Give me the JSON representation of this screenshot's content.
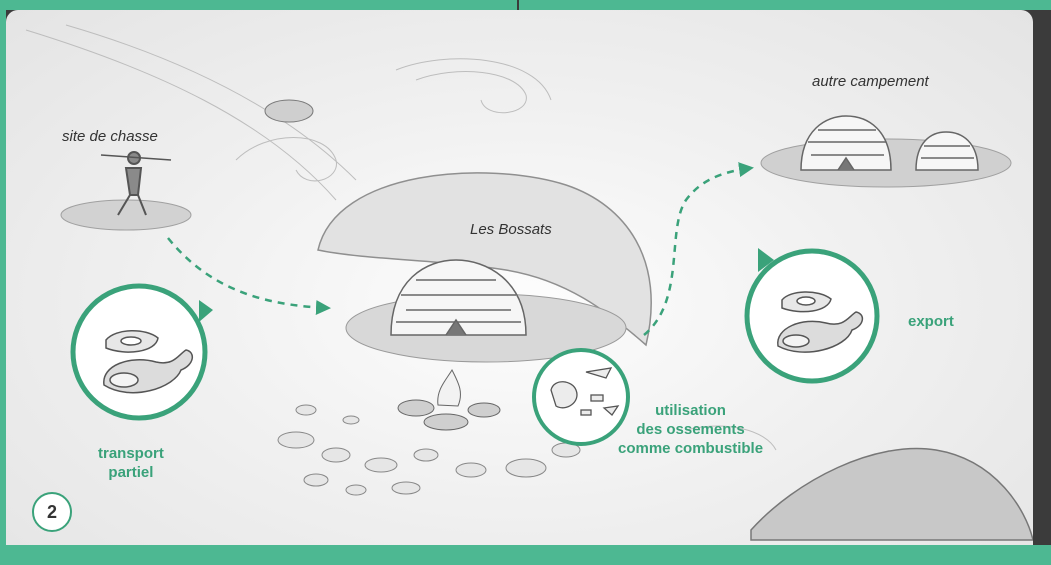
{
  "labels": {
    "site_de_chasse": "site de chasse",
    "autre_campement": "autre campement",
    "les_bossats": "Les Bossats",
    "transport": "transport",
    "partiel": "partiel",
    "export": "export",
    "utilisation_1": "utilisation",
    "utilisation_2": "des ossements",
    "utilisation_3": "comme combustible"
  },
  "badge": "2",
  "colors": {
    "accent": "#4db892",
    "text_accent": "#3aa27a",
    "frame": "#3b3b3b"
  },
  "icons": [
    "hunter",
    "igloo-hut",
    "rock-shelter",
    "campfire",
    "meat-icon",
    "ham-icon",
    "bones-icon",
    "wind-swirl"
  ]
}
